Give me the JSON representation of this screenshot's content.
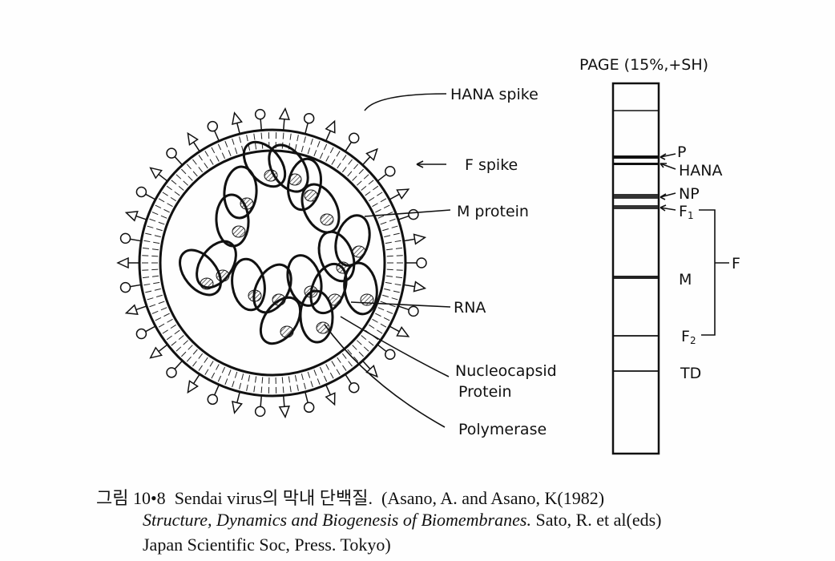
{
  "virus_labels": {
    "hana_spike": "HANA spike",
    "f_spike": "F spike",
    "m_protein": "M protein",
    "rna": "RNA",
    "nucleocapsid_1": "Nucleocapsid",
    "nucleocapsid_2": "Protein",
    "polymerase": "Polymerase"
  },
  "gel": {
    "title": "PAGE (15%,+SH)",
    "bands": {
      "p": "P",
      "hana": "HANA",
      "np": "NP",
      "f1": "F",
      "f1_sub": "1",
      "m": "M",
      "f2": "F",
      "f2_sub": "2",
      "td": "TD",
      "f": "F"
    }
  },
  "caption": {
    "figure_label": "그림 10•8",
    "title": "Sendai virus의 막내 단백질.",
    "citation_1": "(Asano, A. and Asano, K(1982)",
    "book_title": "Structure, Dynamics and Biogenesis of Biomembranes.",
    "citation_2": "Sato, R. et al(eds)",
    "citation_3": "Japan Scientific Soc, Press. Tokyo)"
  }
}
